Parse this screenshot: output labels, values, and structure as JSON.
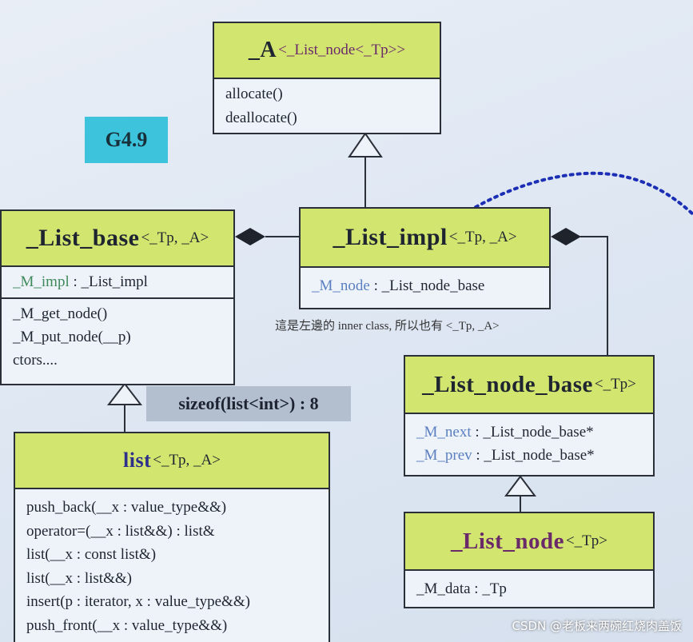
{
  "classes": {
    "alloc": {
      "name": "_A",
      "template": "<_List_node<_Tp>>",
      "methods": [
        "allocate()",
        "deallocate()"
      ]
    },
    "list_base": {
      "name": "_List_base",
      "template": "<_Tp, _A>",
      "member": {
        "name": "_M_impl",
        "type": " : _List_impl"
      },
      "methods": [
        "_M_get_node()",
        "_M_put_node(__p)",
        "ctors...."
      ]
    },
    "list_impl": {
      "name": "_List_impl",
      "template": "<_Tp, _A>",
      "member": {
        "name": "_M_node",
        "type": " : _List_node_base"
      }
    },
    "list": {
      "name": "list",
      "template": "<_Tp, _A>",
      "methods": [
        "push_back(__x : value_type&&)",
        "operator=(__x : list&&) : list&",
        "list(__x : const list&)",
        "list(__x : list&&)",
        "insert(p : iterator, x : value_type&&)",
        "push_front(__x : value_type&&)"
      ]
    },
    "list_node_base": {
      "name": "_List_node_base",
      "template": "<_Tp>",
      "members": [
        {
          "name": "_M_next",
          "type": " : _List_node_base*"
        },
        {
          "name": "_M_prev",
          "type": " : _List_node_base*"
        }
      ]
    },
    "list_node": {
      "name": "_List_node",
      "template": "<_Tp>",
      "member": {
        "name": "_M_data",
        "type": " : _Tp"
      }
    }
  },
  "labels": {
    "version": "G4.9",
    "sizeof": "sizeof(list<int>) : 8",
    "inner_note": "這是左邊的 inner class, 所以也有 <_Tp, _A>"
  },
  "watermark": "CSDN @老板来两碗红烧肉盖饭",
  "colors": {
    "header": "#d2e56e",
    "body": "#eef3fa",
    "member": "#5a7fc0",
    "dotted": "#1c2fb4",
    "version_bg": "#3ec3dc",
    "sizeof_bg": "#b3bfce"
  }
}
